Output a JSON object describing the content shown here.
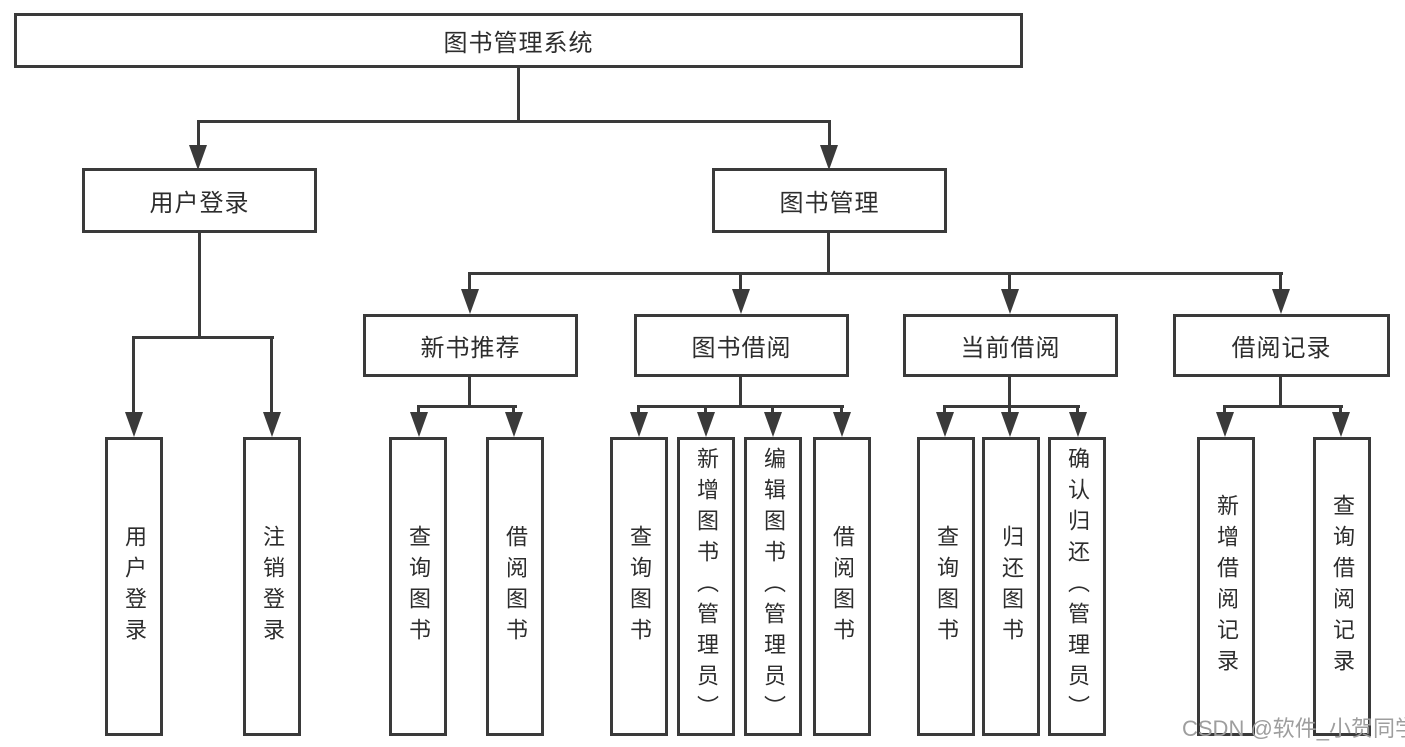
{
  "title": {
    "label": "图书管理系统"
  },
  "level2": {
    "user_login": {
      "label": "用户登录"
    },
    "book_management": {
      "label": "图书管理"
    }
  },
  "level3": {
    "new_book_recommend": {
      "label": "新书推荐"
    },
    "book_borrowing": {
      "label": "图书借阅"
    },
    "current_borrowing": {
      "label": "当前借阅"
    },
    "borrowing_records": {
      "label": "借阅记录"
    }
  },
  "leaves": {
    "user_login": {
      "label": "用户登录"
    },
    "logout": {
      "label": "注销登录"
    },
    "recommend_query_books": {
      "label": "查询图书"
    },
    "recommend_borrow_books": {
      "label": "借阅图书"
    },
    "borrow_query_books": {
      "label": "查询图书"
    },
    "borrow_add_books": {
      "label": "新增图书（管理员）"
    },
    "borrow_edit_books": {
      "label": "编辑图书（管理员）"
    },
    "borrow_borrow_books": {
      "label": "借阅图书"
    },
    "current_query_books": {
      "label": "查询图书"
    },
    "current_return_books": {
      "label": "归还图书"
    },
    "current_confirm_return": {
      "label": "确认归还（管理员）"
    },
    "records_add_record": {
      "label": "新增借阅记录"
    },
    "records_query_record": {
      "label": "查询借阅记录"
    }
  },
  "watermark": {
    "text": "CSDN @软件_小贺同学"
  },
  "colors": {
    "line": "#3a3a3a",
    "text": "#2d2d2d",
    "watermark": "#9e9e9e",
    "background": "#ffffff"
  }
}
